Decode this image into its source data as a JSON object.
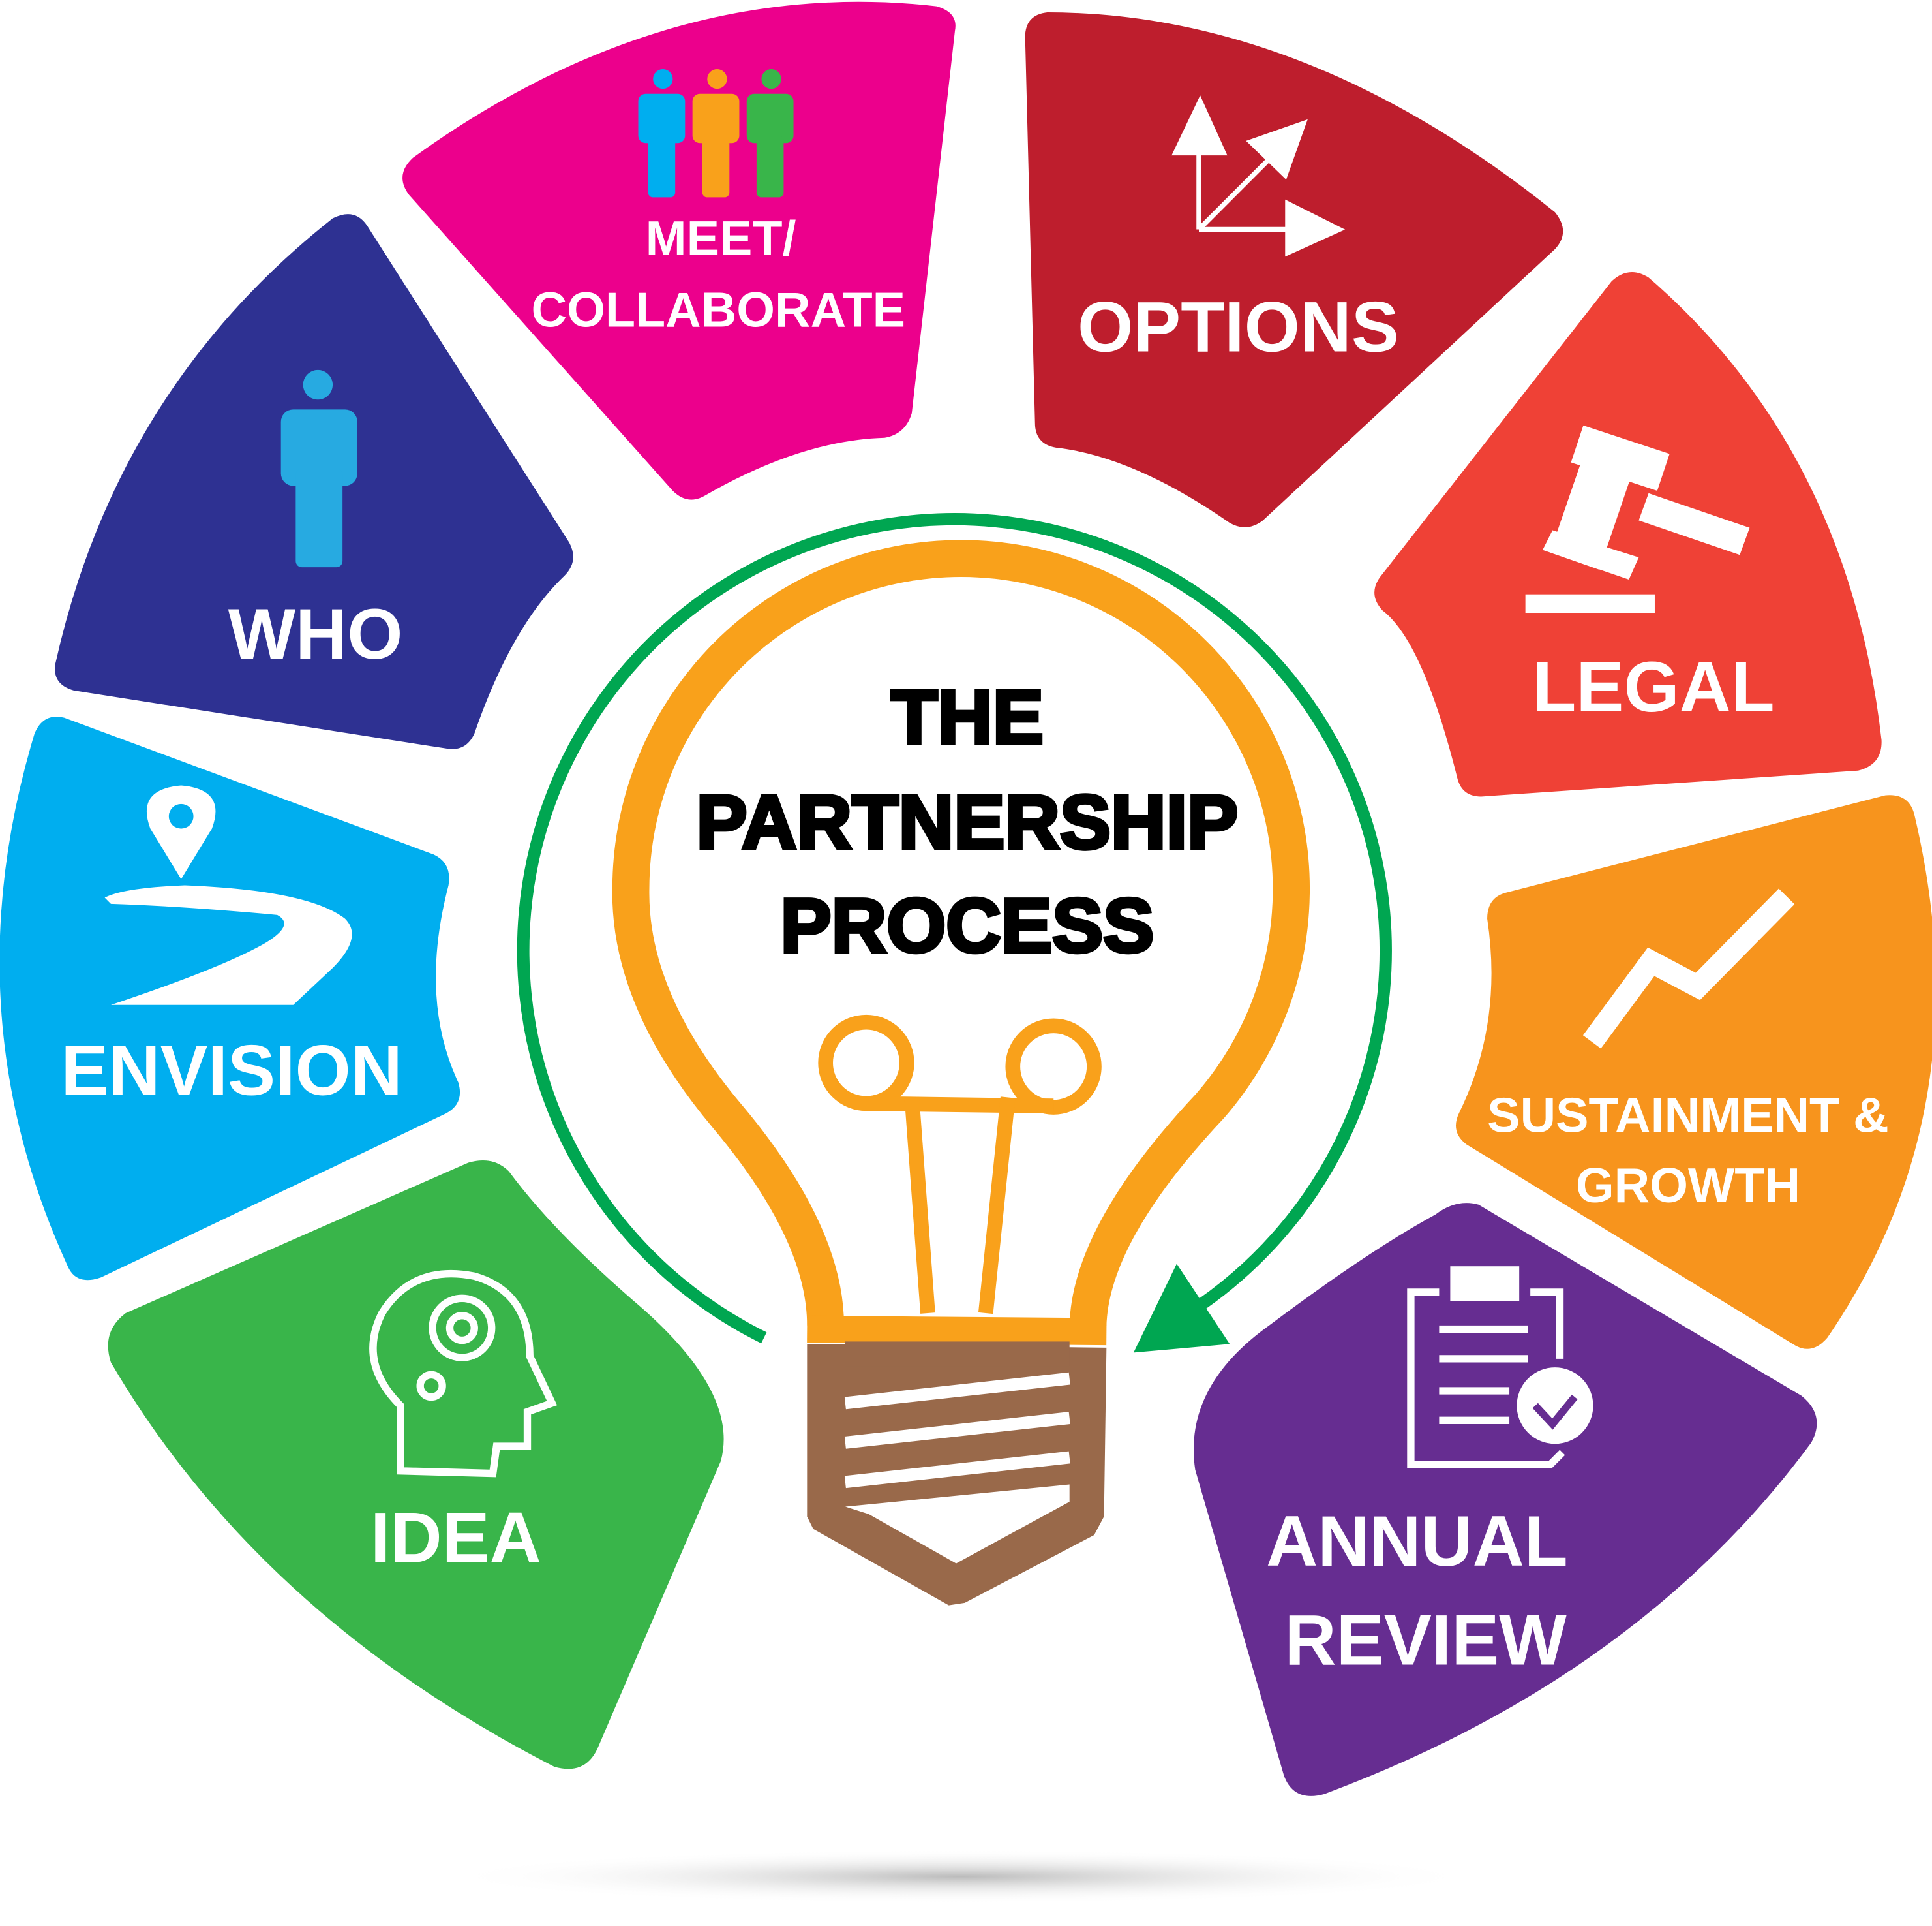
{
  "title": {
    "line1": "THE",
    "line2": "PARTNERSHIP",
    "line3": "PROCESS"
  },
  "segments": [
    {
      "id": "meet",
      "line1": "MEET/",
      "line2": "COLLABORATE",
      "color": "#EC008C",
      "icon": "people-icon"
    },
    {
      "id": "options",
      "line1": "OPTIONS",
      "color": "#BE1E2D",
      "icon": "arrows-icon"
    },
    {
      "id": "legal",
      "line1": "LEGAL",
      "color": "#EF4136",
      "icon": "gavel-icon"
    },
    {
      "id": "sustainment",
      "line1": "SUSTAINMENT &",
      "line2": "GROWTH",
      "color": "#F7941D",
      "icon": "growth-chart-icon"
    },
    {
      "id": "annual",
      "line1": "ANNUAL",
      "line2": "REVIEW",
      "color": "#662D91",
      "icon": "clipboard-check-icon"
    },
    {
      "id": "idea",
      "line1": "IDEA",
      "color": "#39B54A",
      "icon": "head-gears-icon"
    },
    {
      "id": "envision",
      "line1": "ENVISION",
      "color": "#00AEEF",
      "icon": "map-pin-road-icon"
    },
    {
      "id": "who",
      "line1": "WHO",
      "color": "#2E3192",
      "icon": "person-icon"
    }
  ],
  "colors": {
    "cycle": "#00A651",
    "bulb": "#F9A11B",
    "base": "#99694A"
  }
}
